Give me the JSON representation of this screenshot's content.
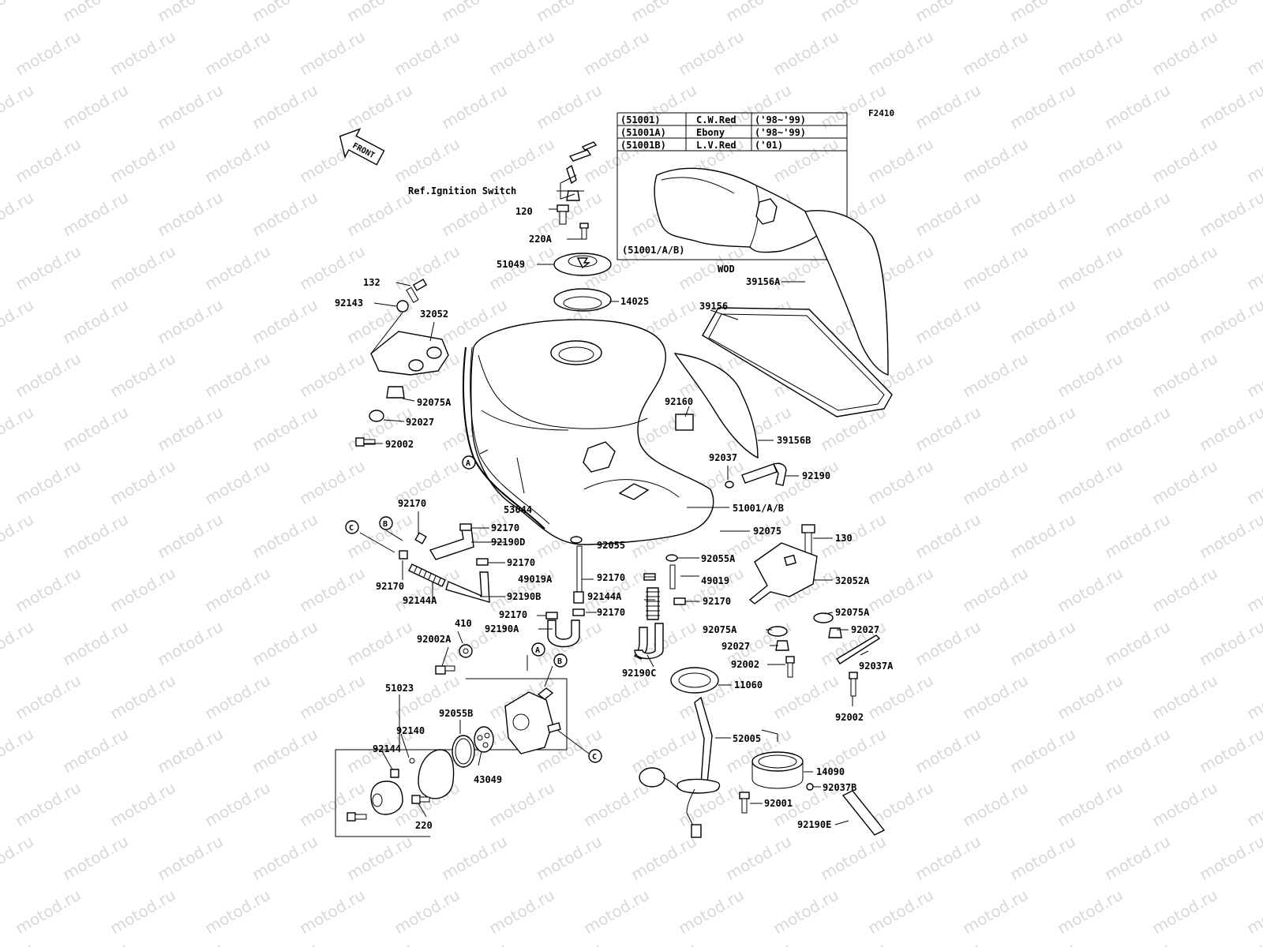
{
  "code": "F2410",
  "front_label": "FRONT",
  "watermark": "motod.ru",
  "color_table": {
    "rows": [
      {
        "part": "(51001)",
        "color": "C.W.Red",
        "years": "('98~'99)"
      },
      {
        "part": "(51001A)",
        "color": "Ebony",
        "years": "('98~'99)"
      },
      {
        "part": "(51001B)",
        "color": "L.V.Red",
        "years": "('01)"
      }
    ],
    "inset_caption": "(51001/A/B)",
    "wod": "WOD"
  },
  "ref_ignition": "Ref.Ignition Switch",
  "parts": [
    "120",
    "220A",
    "51049",
    "14025",
    "132",
    "92143",
    "32052",
    "92075A",
    "92027",
    "92002",
    "39156A",
    "39156",
    "92160",
    "39156B",
    "92037",
    "92190",
    "53044",
    "51001/A/B",
    "92075",
    "130",
    "92170",
    "92170",
    "92190D",
    "92170",
    "92170",
    "92144A",
    "92190B",
    "92055",
    "49019A",
    "92055A",
    "49019",
    "32052A",
    "92170",
    "92144A",
    "92170",
    "92170",
    "92170",
    "92190A",
    "92075A",
    "92075A",
    "92027",
    "92027",
    "92037A",
    "410",
    "92002A",
    "92190C",
    "92002",
    "11060",
    "51023",
    "92055B",
    "92140",
    "92144",
    "43049",
    "220",
    "52005",
    "14090",
    "92037B",
    "92001",
    "92190E",
    "92002"
  ],
  "callouts": [
    "A",
    "B",
    "C",
    "A",
    "B",
    "C"
  ]
}
